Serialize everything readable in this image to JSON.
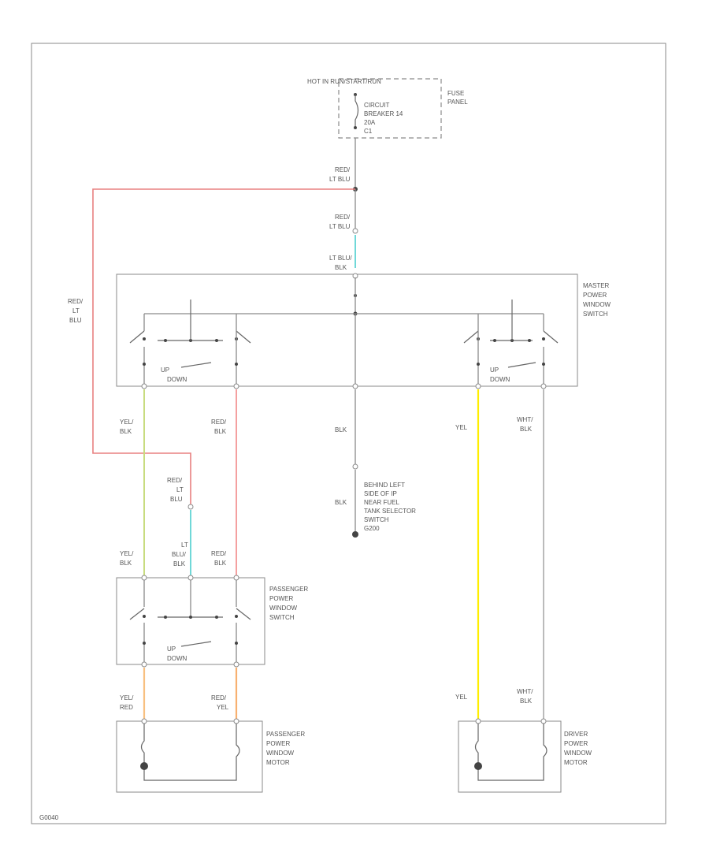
{
  "colors": {
    "red_lt_blu": "#e88080",
    "lt_blu": "#70d8d8",
    "yel_blk": "#c8dc80",
    "red_blk": "#f4a0a0",
    "yel": "#ffee00",
    "wht_blk": "#aaaaaa",
    "blk": "#8a8a8a",
    "yel_red": "#f8c080",
    "red_yel": "#f8b070"
  },
  "labels": {
    "hot_at_all_times": "HOT IN RUN/START/RUN",
    "circuit_breaker_1": "CIRCUIT",
    "circuit_breaker_2": "BREAKER 14",
    "circuit_breaker_3": "20A",
    "circuit_breaker_4": "C1",
    "fuse_panel_1": "FUSE",
    "fuse_panel_2": "PANEL",
    "red_ltblu_top_1": "RED/",
    "red_ltblu_top_2": "LT BLU",
    "red_ltblu_mid_1": "RED/",
    "red_ltblu_mid_2": "LT BLU",
    "ltblu_blk_1": "LT BLU/",
    "ltblu_blk_2": "BLK",
    "master_1": "MASTER",
    "master_2": "POWER",
    "master_3": "WINDOW",
    "master_4": "SWITCH",
    "left_wire_1": "RED/",
    "left_wire_2": "LT",
    "left_wire_3": "BLU",
    "up_left": "UP",
    "down_left": "DOWN",
    "up_right": "UP",
    "down_right": "DOWN",
    "yel_blk_1": "YEL/",
    "yel_blk_2": "BLK",
    "red_blk_1": "RED/",
    "red_blk_2": "BLK",
    "blk_center": "BLK",
    "yel_right": "YEL",
    "wht_blk_1": "WHT/",
    "wht_blk_2": "BLK",
    "ground_1": "BEHIND LEFT",
    "ground_2": "SIDE OF IP",
    "ground_3": "NEAR FUEL",
    "ground_4": "TANK SELECTOR",
    "ground_5": "SWITCH",
    "ground_6": "G200",
    "blk_lower": "BLK",
    "pass_red_1": "RED/",
    "pass_red_2": "LT",
    "pass_red_3": "BLU",
    "pyel_blk_1": "YEL/",
    "pyel_blk_2": "BLK",
    "plt_blu_1": "LT",
    "plt_blu_2": "BLU/",
    "plt_blu_3": "BLK",
    "pred_blk_1": "RED/",
    "pred_blk_2": "BLK",
    "pass_sw_1": "PASSENGER",
    "pass_sw_2": "POWER",
    "pass_sw_3": "WINDOW",
    "pass_sw_4": "SWITCH",
    "up_pass": "UP",
    "down_pass": "DOWN",
    "yel_red_1": "YEL/",
    "yel_red_2": "RED",
    "red_yel_1": "RED/",
    "red_yel_2": "YEL",
    "yel_lower": "YEL",
    "wht_blk_low_1": "WHT/",
    "wht_blk_low_2": "BLK",
    "pass_motor_1": "PASSENGER",
    "pass_motor_2": "POWER",
    "pass_motor_3": "WINDOW",
    "pass_motor_4": "MOTOR",
    "drv_motor_1": "DRIVER",
    "drv_motor_2": "POWER",
    "drv_motor_3": "WINDOW",
    "drv_motor_4": "MOTOR",
    "corner_code": "G0040"
  }
}
